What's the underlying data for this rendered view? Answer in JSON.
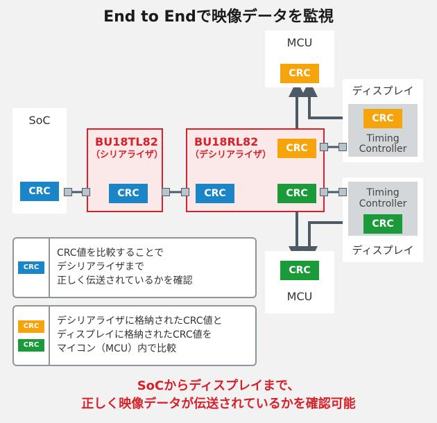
{
  "title": "End to Endで映像データを監視",
  "soc": {
    "label": "SoC",
    "crc": "CRC"
  },
  "serializer": {
    "name": "BU18TL82",
    "sub": "（シリアライザ）",
    "crc": "CRC"
  },
  "deserializer": {
    "name": "BU18RL82",
    "sub": "（デシリアライザ）",
    "crc_top": "CRC",
    "crc_bottom": "CRC"
  },
  "mcu_top": {
    "label": "MCU",
    "crc": "CRC"
  },
  "mcu_bottom": {
    "label": "MCU",
    "crc": "CRC"
  },
  "display_top": {
    "label": "ディスプレイ",
    "tc_line1": "Timing",
    "tc_line2": "Controller",
    "crc": "CRC"
  },
  "display_bottom": {
    "label": "ディスプレイ",
    "tc_line1": "Timing",
    "tc_line2": "Controller",
    "crc": "CRC"
  },
  "legend1": {
    "crc": "CRC",
    "line1": "CRC値を比較することで",
    "line2": "デシリアライザまで",
    "line3": "正しく伝送されているかを確認"
  },
  "legend2": {
    "crc_a": "CRC",
    "crc_b": "CRC",
    "line1": "デシリアライザに格納されたCRC値と",
    "line2": "ディスプレイに格納されたCRC値を",
    "line3": "マイコン（MCU）内で比較"
  },
  "footer": {
    "line1": "SoCからディスプレイまで、",
    "line2": "正しく映像データが伝送されているかを確認可能"
  },
  "colors": {
    "blue": "#1a86c8",
    "orange": "#f5a40c",
    "green": "#1b9a3a",
    "red": "#d6202a",
    "arrow": "#4d5b66"
  }
}
